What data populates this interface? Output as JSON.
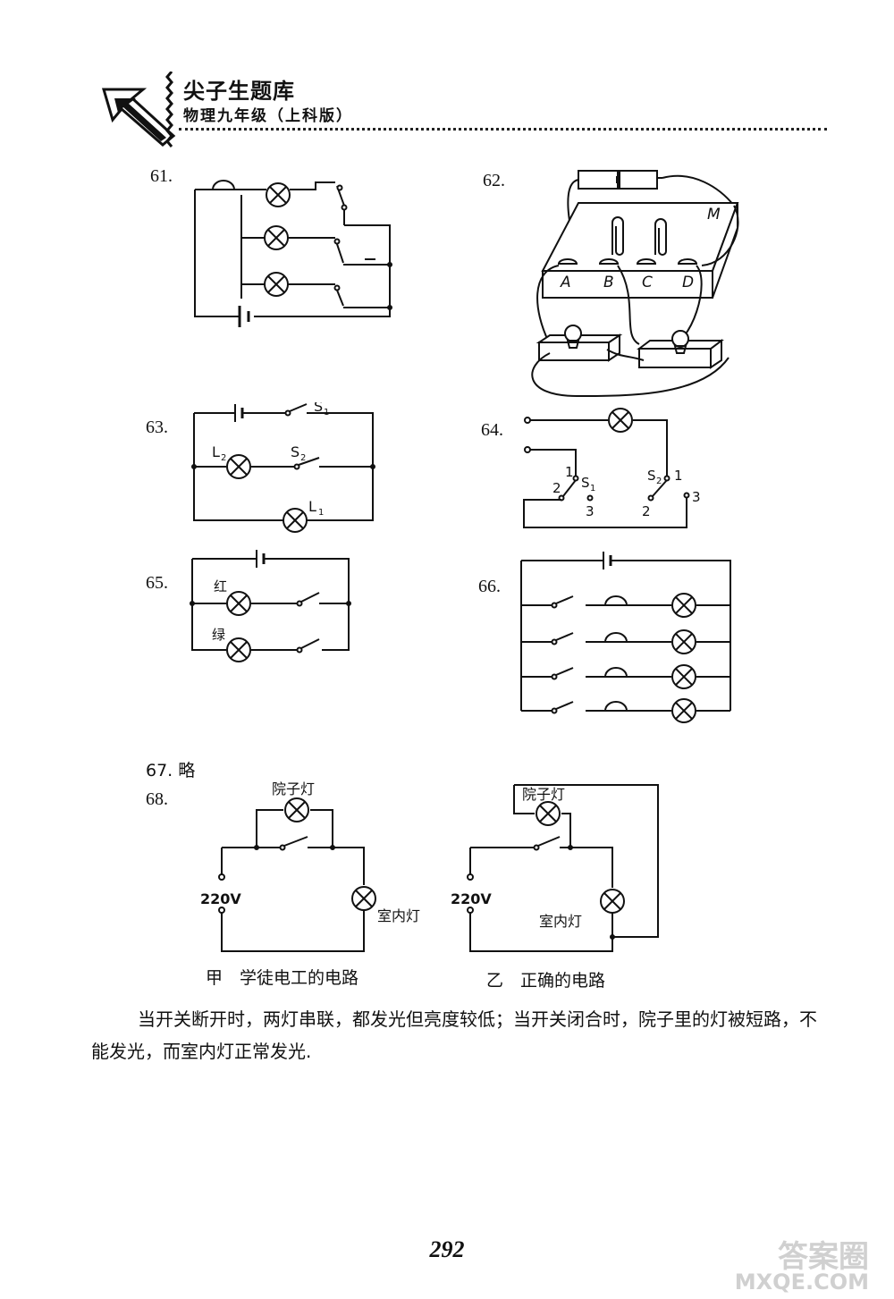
{
  "header": {
    "title": "尖子生题库",
    "subtitle": "物理九年级（上科版）"
  },
  "questions": {
    "q61": "61.",
    "q62": "62.",
    "q63": "63.",
    "q64": "64.",
    "q65": "65.",
    "q66": "66.",
    "q67": "67. 略",
    "q68": "68."
  },
  "fig62": {
    "A": "A",
    "B": "B",
    "C": "C",
    "D": "D",
    "M": "M"
  },
  "fig63": {
    "S1": "S",
    "S1_sub": "1",
    "S2": "S",
    "S2_sub": "2",
    "L1": "L",
    "L1_sub": "1",
    "L2": "L",
    "L2_sub": "2"
  },
  "fig64": {
    "S1": "S",
    "S1_sub": "1",
    "S2": "S",
    "S2_sub": "2",
    "t1a": "1",
    "t2a": "2",
    "t3a": "3",
    "t1b": "1",
    "t2b": "2",
    "t3b": "3"
  },
  "fig65": {
    "red": "红",
    "green": "绿"
  },
  "fig68": {
    "yard_lamp": "院子灯",
    "indoor_lamp": "室内灯",
    "voltage": "220V",
    "caption_a": "甲　学徒电工的电路",
    "caption_b": "乙　正确的电路"
  },
  "answer_text": "当开关断开时，两灯串联，都发光但亮度较低；当开关闭合时，院子里的灯被短路，不能发光，而室内灯正常发光.",
  "page_number": "292",
  "watermark": {
    "line1": "答案圈",
    "line2": "MXQE.COM"
  }
}
